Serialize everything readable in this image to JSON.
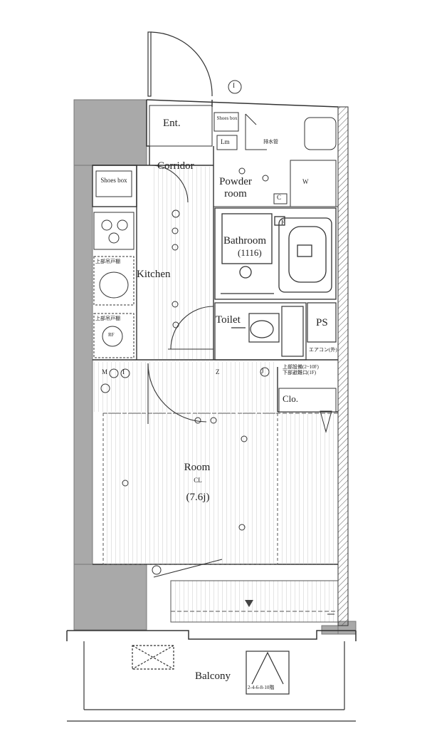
{
  "plan": {
    "rooms": {
      "entrance": "Ent.",
      "shoes_box": "Shoes box",
      "corridor": "Corridor",
      "powder_room": "Powder room",
      "bathroom": "Bathroom",
      "bathroom_size": "(1116)",
      "kitchen": "Kitchen",
      "toilet": "Toilet",
      "ps": "PS",
      "closet": "Clo.",
      "room": "Room",
      "room_cl": "CL",
      "room_size": "(7.6j)",
      "balcony": "Balcony"
    },
    "marks": {
      "top_circle": "I",
      "storage_entrance": "Shoes box",
      "entrance_small_box": "Lm",
      "washer_mark": "W",
      "fridge_mark": "C",
      "room_mark_m": "M",
      "room_mark_i": "I",
      "room_mark_z": "Z",
      "room_mark_j": "J",
      "floor_mark_f": "F",
      "balcony_note": "2-4-6-8-10階",
      "wall_note": "上部設備(2~10F)\n下部避難口(1F)",
      "aircon_note": "エアコン(外)",
      "kitchen_note_1": "上部吊戸棚",
      "kitchen_note_2": "上部吊戸棚",
      "sink_note": "RF",
      "pipe_note": "排水管"
    }
  }
}
